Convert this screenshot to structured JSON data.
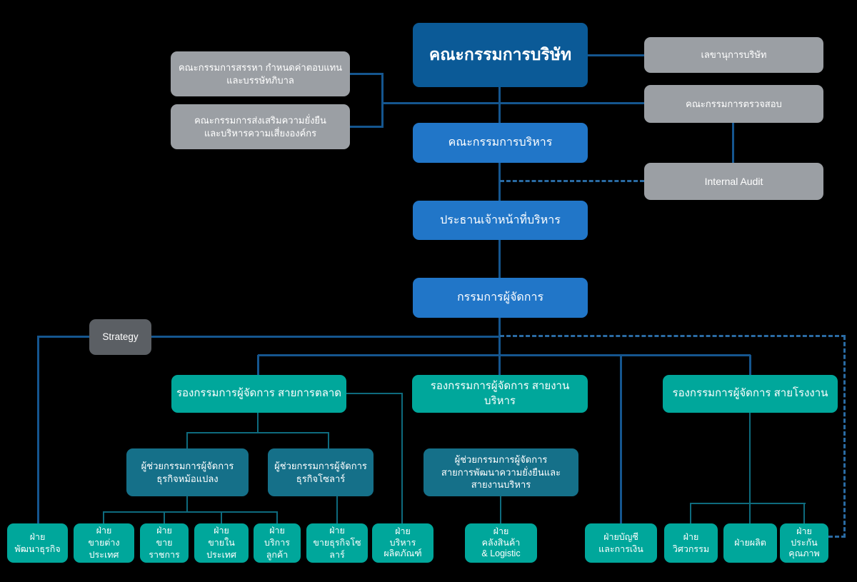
{
  "colors": {
    "background": "#000000",
    "board_box": "#0b5a97",
    "executive_boxes": "#2176c8",
    "committee_boxes": "#9b9fa4",
    "strategy_box": "#5b5f64",
    "deputy_and_dept_boxes": "#00a79b",
    "assistant_boxes": "#157089",
    "line_solid_blue": "#15568f",
    "line_solid_teal": "#0e6b7e",
    "line_dashed_blue": "#2a6ba3",
    "text": "#ffffff"
  },
  "nodes": {
    "board": {
      "label": "คณะกรรมการบริษัท"
    },
    "nomination": {
      "label": "คณะกรรมการสรรหา กำหนดค่าตอบแทน\nและบรรษัทภิบาล"
    },
    "sustainability": {
      "label": "คณะกรรมการส่งเสริมความยั่งยืน\nและบริหารความเสี่ยงองค์กร"
    },
    "secretary": {
      "label": "เลขานุการบริษัท"
    },
    "audit_committee": {
      "label": "คณะกรรมการตรวจสอบ"
    },
    "internal_audit": {
      "label": "Internal Audit"
    },
    "executive_committee": {
      "label": "คณะกรรมการบริหาร"
    },
    "ceo": {
      "label": "ประธานเจ้าหน้าที่บริหาร"
    },
    "managing_director": {
      "label": "กรรมการผู้จัดการ"
    },
    "strategy": {
      "label": "Strategy"
    },
    "deputy_marketing": {
      "label": "รองกรรมการผู้จัดการ สายการตลาด"
    },
    "deputy_admin": {
      "label": "รองกรรมการผู้จัดการ สายงานบริหาร"
    },
    "deputy_factory": {
      "label": "รองกรรมการผู้จัดการ สายโรงงาน"
    },
    "asst_transformer": {
      "label": "ผู้ช่วยกรรมการผู้จัดการ\nธุรกิจหม้อแปลง"
    },
    "asst_solar": {
      "label": "ผู้ช่วยกรรมการผู้จัดการ\nธุรกิจโซลาร์"
    },
    "asst_sustain_admin": {
      "label": "ผู้ช่วยกรรมการผู้จัดการ\nสายการพัฒนาความยั่งยืนและ\nสายงานบริหาร"
    },
    "dept_business_dev": {
      "label": "ฝ่าย\nพัฒนาธุรกิจ"
    },
    "dept_intl_sales": {
      "label": "ฝ่าย\nขายต่างประเทศ"
    },
    "dept_gov_sales": {
      "label": "ฝ่าย\nขายราชการ"
    },
    "dept_domestic_sales": {
      "label": "ฝ่าย\nขายในประเทศ"
    },
    "dept_customer_service": {
      "label": "ฝ่าย\nบริการลูกค้า"
    },
    "dept_solar_sales": {
      "label": "ฝ่าย\nขายธุรกิจโซลาร์"
    },
    "dept_product_mgmt": {
      "label": "ฝ่าย\nบริหาร\nผลิตภัณฑ์"
    },
    "dept_warehouse": {
      "label": "ฝ่าย\nคลังสินค้า\n& Logistic"
    },
    "dept_accounting": {
      "label": "ฝ่ายบัญชี\nและการเงิน"
    },
    "dept_engineering": {
      "label": "ฝ่าย\nวิศวกรรม"
    },
    "dept_production": {
      "label": "ฝ่ายผลิต"
    },
    "dept_qa": {
      "label": "ฝ่าย\nประกัน\nคุณภาพ"
    }
  }
}
